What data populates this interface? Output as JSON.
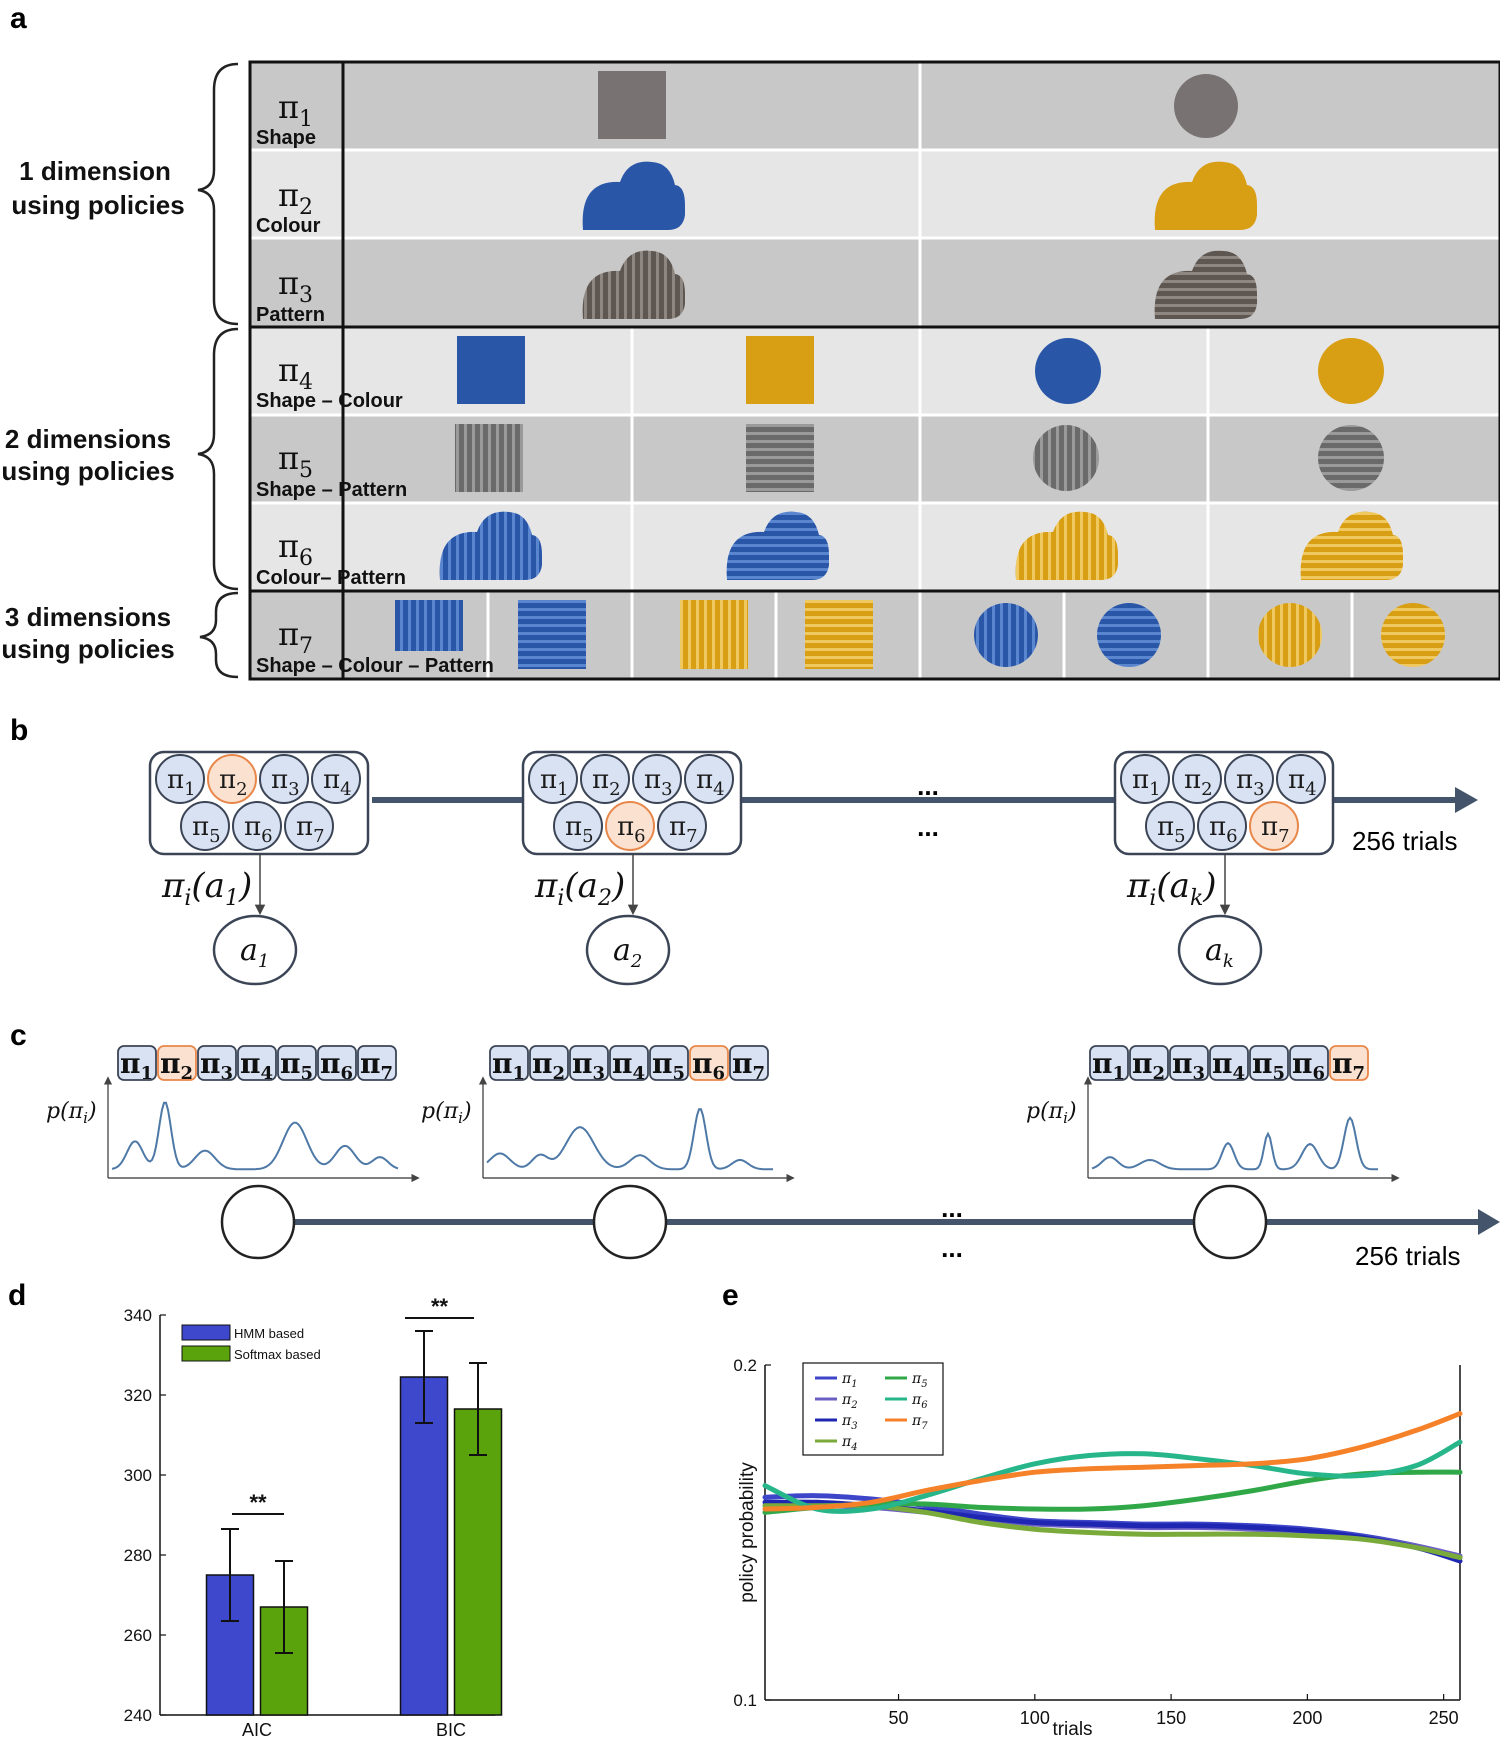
{
  "panels": {
    "a": "a",
    "b": "b",
    "c": "c",
    "d": "d",
    "e": "e"
  },
  "panel_a": {
    "group_labels": [
      [
        "1 dimension",
        "using policies"
      ],
      [
        "2 dimensions",
        "using policies"
      ],
      [
        "3 dimensions",
        "using policies"
      ]
    ],
    "rows": [
      {
        "sym": "π",
        "sub": "1",
        "name": "Shape"
      },
      {
        "sym": "π",
        "sub": "2",
        "name": "Colour"
      },
      {
        "sym": "π",
        "sub": "3",
        "name": "Pattern"
      },
      {
        "sym": "π",
        "sub": "4",
        "name": "Shape – Colour"
      },
      {
        "sym": "π",
        "sub": "5",
        "name": "Shape – Pattern"
      },
      {
        "sym": "π",
        "sub": "6",
        "name": "Colour– Pattern"
      },
      {
        "sym": "π",
        "sub": "7",
        "name": "Shape – Colour – Pattern"
      }
    ],
    "colors": {
      "blue": "#2a56a8",
      "yellow": "#d89e14",
      "gray": "#787272",
      "dark_bg": "#c8c8c8",
      "light_bg": "#e6e6e6"
    }
  },
  "panel_b": {
    "policy_subs": [
      "1",
      "2",
      "3",
      "4",
      "5",
      "6",
      "7"
    ],
    "highlighted": [
      "2",
      "6",
      "7"
    ],
    "action_labels": [
      {
        "f": "π",
        "fs": "i",
        "arg": "a",
        "as": "1"
      },
      {
        "f": "π",
        "fs": "i",
        "arg": "a",
        "as": "2"
      },
      {
        "f": "π",
        "fs": "i",
        "arg": "a",
        "as": "k"
      }
    ],
    "actions": [
      {
        "a": "a",
        "s": "1"
      },
      {
        "a": "a",
        "s": "2"
      },
      {
        "a": "a",
        "s": "k"
      }
    ],
    "ellipsis": "...",
    "trials": "256 trials"
  },
  "panel_c": {
    "ylabel": "p(π",
    "ylabel_sub": "i",
    "ylabel_end": ")",
    "ellipsis": "...",
    "trials": "256 trials"
  },
  "panel_d": {
    "chart_data": {
      "type": "bar",
      "categories": [
        "AIC",
        "BIC"
      ],
      "series": [
        {
          "name": "HMM based",
          "values": [
            275,
            324.5
          ],
          "errors": [
            11.5,
            11.5
          ],
          "color": "#3e48cc"
        },
        {
          "name": "Softmax based",
          "values": [
            267,
            316.5
          ],
          "errors": [
            11.5,
            11.5
          ],
          "color": "#5ba30c"
        }
      ],
      "ylim": [
        240,
        340
      ],
      "yticks": [
        "240",
        "260",
        "280",
        "300",
        "320",
        "340"
      ],
      "significance": [
        "**",
        "**"
      ],
      "legend_position": "top-left"
    }
  },
  "panel_e": {
    "chart_data": {
      "type": "line",
      "xlabel": "trials",
      "ylabel": "policy probability",
      "xlim": [
        1,
        256
      ],
      "ylim": [
        0.1,
        0.2
      ],
      "xticks": [
        "50",
        "100",
        "150",
        "200",
        "250"
      ],
      "yticks": [
        "0.1",
        "0.2"
      ],
      "legend_position": "top-left",
      "x": [
        1,
        20,
        40,
        60,
        80,
        100,
        120,
        140,
        160,
        180,
        200,
        220,
        240,
        256
      ],
      "series": [
        {
          "name": "π",
          "sub": "1",
          "color": "#3d45c8",
          "values": [
            0.1605,
            0.161,
            0.16,
            0.158,
            0.1555,
            0.1535,
            0.153,
            0.1525,
            0.1525,
            0.152,
            0.151,
            0.149,
            0.146,
            0.1425
          ]
        },
        {
          "name": "π",
          "sub": "2",
          "color": "#6b5fc4",
          "values": [
            0.158,
            0.158,
            0.1575,
            0.156,
            0.154,
            0.1525,
            0.152,
            0.1515,
            0.1515,
            0.151,
            0.15,
            0.1485,
            0.146,
            0.143
          ]
        },
        {
          "name": "π",
          "sub": "3",
          "color": "#1f27b2",
          "values": [
            0.159,
            0.159,
            0.158,
            0.1565,
            0.1545,
            0.153,
            0.1525,
            0.152,
            0.152,
            0.1515,
            0.1505,
            0.1485,
            0.1455,
            0.1415
          ]
        },
        {
          "name": "π",
          "sub": "4",
          "color": "#7aaa3a",
          "values": [
            0.158,
            0.158,
            0.158,
            0.156,
            0.153,
            0.151,
            0.15,
            0.1495,
            0.1495,
            0.1495,
            0.149,
            0.148,
            0.1455,
            0.1425
          ]
        },
        {
          "name": "π",
          "sub": "5",
          "color": "#30a848",
          "values": [
            0.156,
            0.1575,
            0.1585,
            0.1585,
            0.1575,
            0.157,
            0.157,
            0.158,
            0.16,
            0.1625,
            0.1655,
            0.1675,
            0.168,
            0.168
          ]
        },
        {
          "name": "π",
          "sub": "6",
          "color": "#27b58a",
          "values": [
            0.164,
            0.157,
            0.157,
            0.161,
            0.166,
            0.1705,
            0.173,
            0.1735,
            0.172,
            0.17,
            0.1675,
            0.167,
            0.17,
            0.177
          ]
        },
        {
          "name": "π",
          "sub": "7",
          "color": "#f58129",
          "values": [
            0.157,
            0.1575,
            0.159,
            0.1625,
            0.1655,
            0.168,
            0.169,
            0.1695,
            0.17,
            0.1705,
            0.172,
            0.1755,
            0.1805,
            0.1855
          ]
        }
      ]
    }
  }
}
